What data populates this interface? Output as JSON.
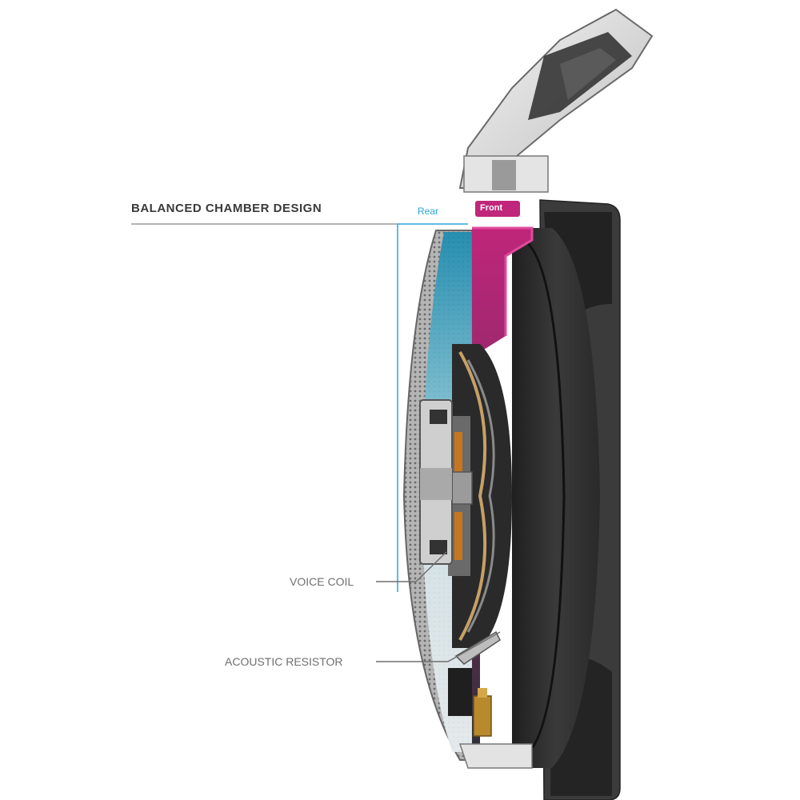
{
  "diagram": {
    "title": "BALANCED CHAMBER DESIGN",
    "chambers": {
      "rear": "Rear",
      "front": "Front"
    },
    "callouts": {
      "voice_coil": "VOICE COIL",
      "acoustic_resistor": "ACOUSTIC RESISTOR"
    },
    "colors": {
      "rear_chamber": "#1b8bb0",
      "front_chamber": "#c0267a",
      "ear_pad": "#2e2e2e",
      "leader_line": "#6f6f6f",
      "rear_bracket": "#2aa6d9"
    }
  }
}
